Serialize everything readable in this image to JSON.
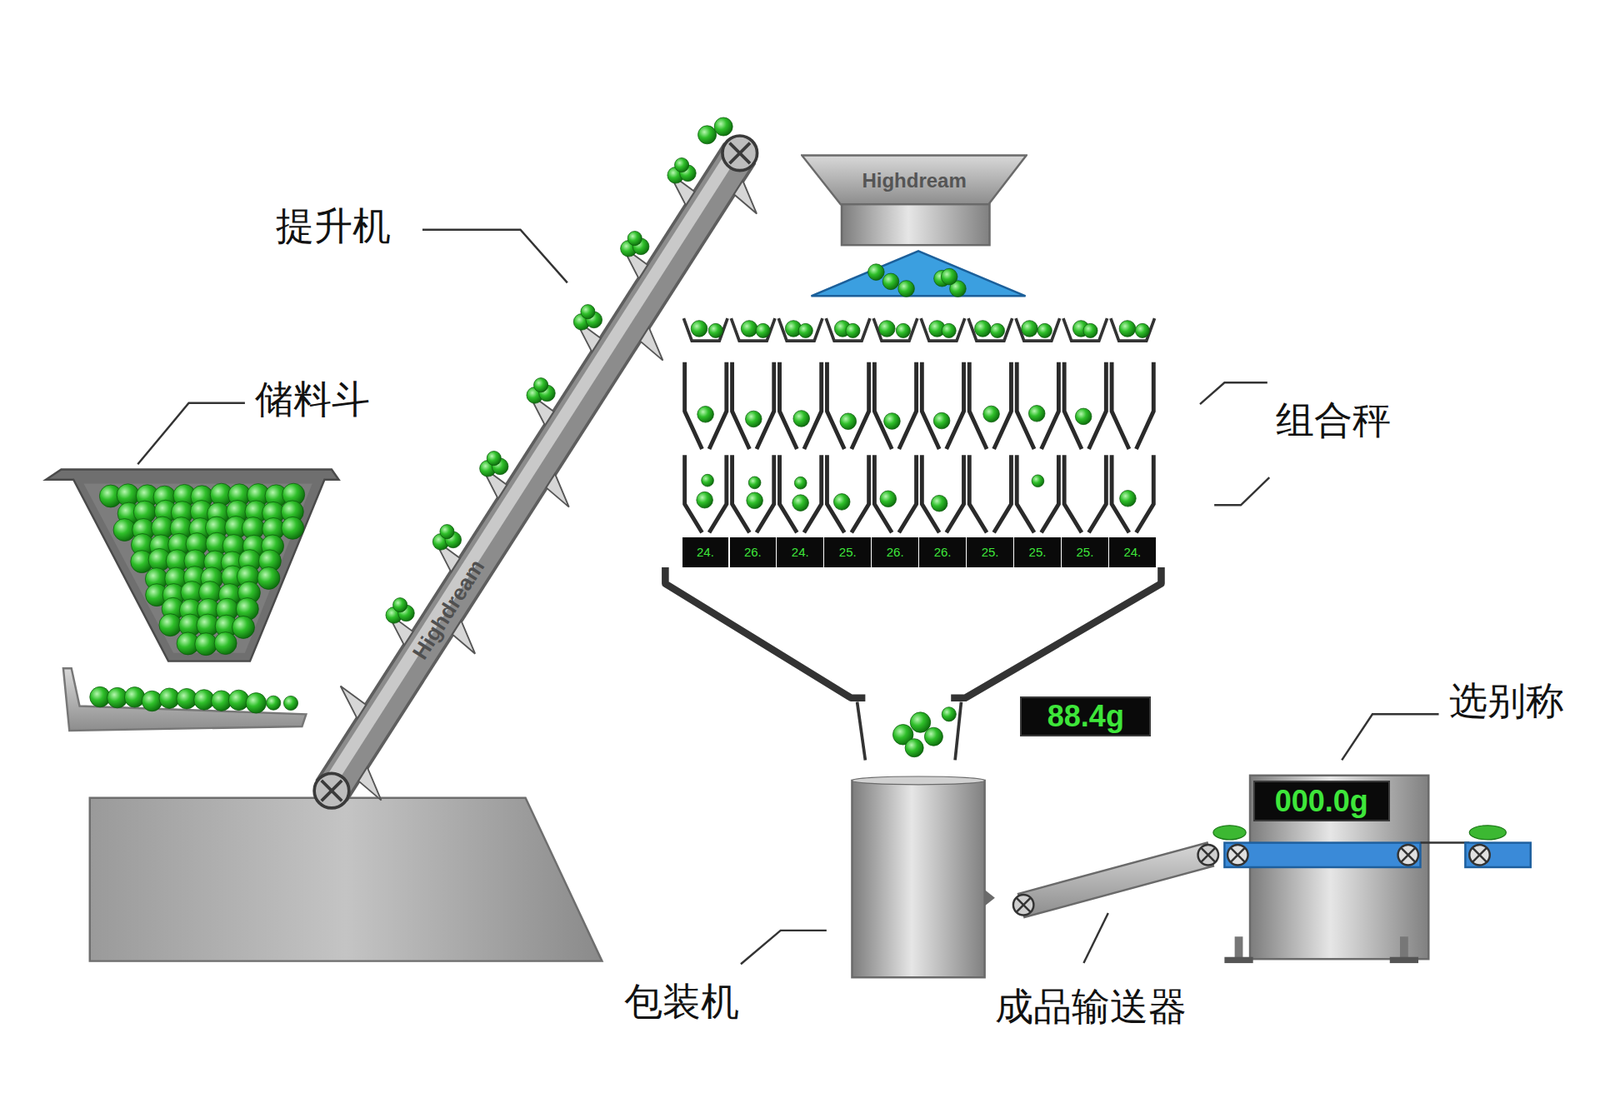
{
  "diagram": {
    "nodes": [
      {
        "text": [
          "Highdream"
        ]
      },
      {
        "text": [
          "Highdream"
        ]
      },
      {
        "text": [
          "24."
        ]
      },
      {
        "text": [
          "26."
        ]
      },
      {
        "text": [
          "24."
        ]
      },
      {
        "text": [
          "25."
        ]
      },
      {
        "text": [
          "26."
        ]
      },
      {
        "text": [
          "26."
        ]
      },
      {
        "text": [
          "25."
        ]
      },
      {
        "text": [
          "25."
        ]
      },
      {
        "text": [
          "25."
        ]
      },
      {
        "text": [
          "24."
        ]
      },
      {
        "text": [
          "88.4g"
        ]
      },
      {
        "text": [
          "000.0g"
        ]
      }
    ],
    "labels": [
      "提升机",
      "储料斗",
      "组合秤",
      "选别称",
      "包装机",
      "成品输送器"
    ]
  }
}
